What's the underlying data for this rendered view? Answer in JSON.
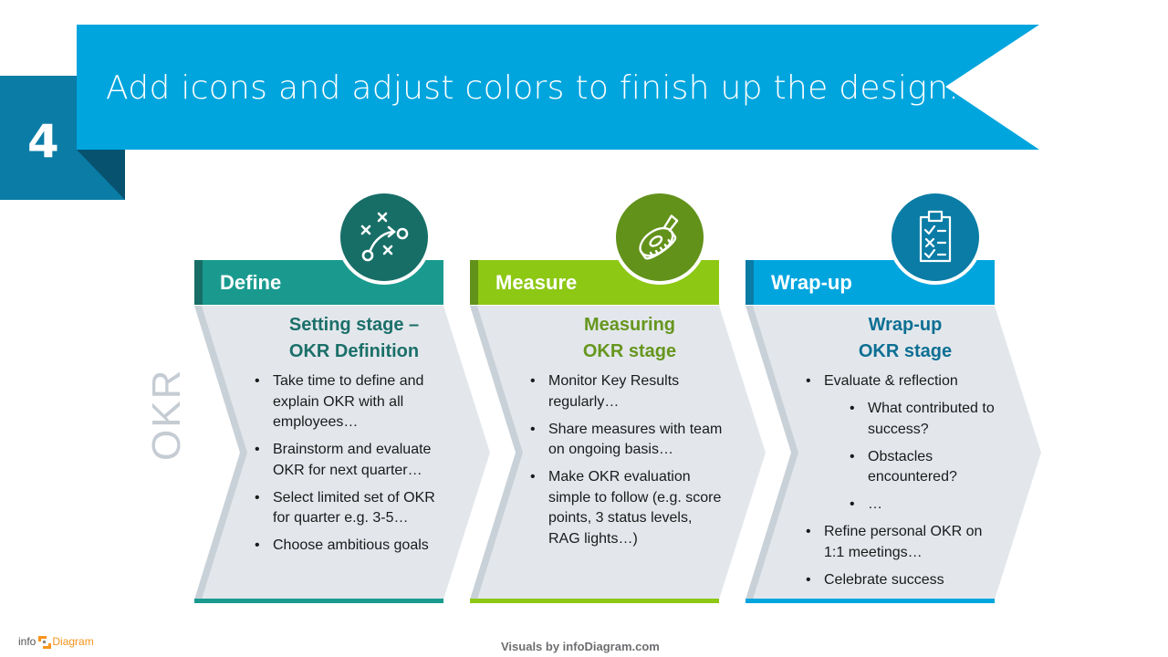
{
  "step": {
    "number": "4"
  },
  "title": "Add icons and adjust colors to finish up the design.",
  "side_label": "OKR",
  "colors": {
    "ribbon": "#00a5de",
    "badge": "#0a7ca6",
    "badge_fold": "#07526f",
    "chevron_fill": "#e3e7ec",
    "chevron_shadow": "#c9d1d8"
  },
  "columns": [
    {
      "header": "Define",
      "icon": "strategy-play-icon",
      "color": "#1a9a8f",
      "dark": "#176e67",
      "title_color": "#1b6f69",
      "stage_title": [
        "Setting stage –",
        "OKR Definition"
      ],
      "bullets": [
        {
          "text": "Take time to define and explain OKR with all employees…",
          "level": 1
        },
        {
          "text": "Brainstorm and evaluate OKR for next quarter…",
          "level": 1
        },
        {
          "text": "Select limited set of OKR for quarter e.g. 3-5…",
          "level": 1
        },
        {
          "text": "Choose ambitious goals",
          "level": 1
        }
      ]
    },
    {
      "header": "Measure",
      "icon": "measuring-tape-icon",
      "color": "#8dc815",
      "dark": "#62921a",
      "title_color": "#66961e",
      "stage_title": [
        "Measuring",
        "OKR stage"
      ],
      "bullets": [
        {
          "text": "Monitor Key Results regularly…",
          "level": 1
        },
        {
          "text": "Share measures with team on ongoing basis…",
          "level": 1
        },
        {
          "text": "Make OKR evaluation simple to follow (e.g. score points, 3 status levels, RAG lights…)",
          "level": 1
        }
      ]
    },
    {
      "header": "Wrap-up",
      "icon": "checklist-clipboard-icon",
      "color": "#00a5de",
      "dark": "#0a7ca6",
      "title_color": "#0d6f93",
      "stage_title": [
        "Wrap-up",
        "OKR stage"
      ],
      "bullets": [
        {
          "text": "Evaluate & reflection",
          "level": 1
        },
        {
          "text": "What contributed to success?",
          "level": 2
        },
        {
          "text": "Obstacles encountered?",
          "level": 2
        },
        {
          "text": "…",
          "level": 2
        },
        {
          "text": "Refine personal OKR on 1:1 meetings…",
          "level": 1
        },
        {
          "text": "Celebrate success",
          "level": 1
        }
      ]
    }
  ],
  "footer": {
    "logo_left": "info",
    "logo_right": "Diagram",
    "credit": "Visuals by infoDiagram.com"
  }
}
